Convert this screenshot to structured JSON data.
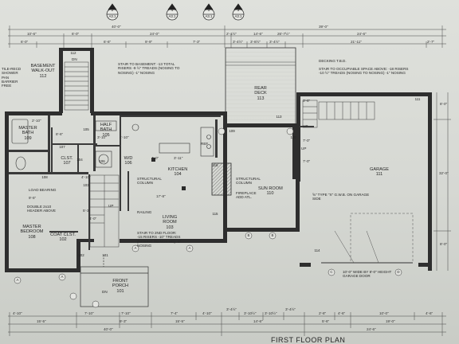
{
  "sheet": {
    "title": "FIRST FLOOR PLAN",
    "section_markers": [
      "A3.1",
      "A3.1",
      "A3.1",
      "A3.1"
    ],
    "section_numbers": [
      "2",
      "4",
      "1",
      "3"
    ]
  },
  "rooms": {
    "basement_walkout": {
      "name": "BASEMENT WALK-OUT",
      "num": "112"
    },
    "master_bath": {
      "name": "MASTER BATH",
      "num": "109"
    },
    "half_bath": {
      "name": "HALF BATH",
      "num": "105"
    },
    "clst": {
      "name": "CLST.",
      "num": "107"
    },
    "wd": {
      "name": "W/D",
      "num": "106"
    },
    "kitchen": {
      "name": "KITCHEN",
      "num": "104"
    },
    "rear_deck": {
      "name": "REAR DECK",
      "num": "113"
    },
    "garage": {
      "name": "GARAGE",
      "num": "111"
    },
    "sun_room": {
      "name": "SUN ROOM",
      "num": "110"
    },
    "living_room": {
      "name": "LIVING ROOM",
      "num": "103"
    },
    "master_bedroom": {
      "name": "MASTER BEDROOM",
      "num": "108"
    },
    "coat_clst": {
      "name": "COAT CLST.",
      "num": "102"
    },
    "front_porch": {
      "name": "FRONT PORCH",
      "num": "101"
    }
  },
  "notes": {
    "tile_shower": "TILE-RECD SHOWER PAN BARRIER FREE",
    "stair_basement": "STAIR TO BASEMENT: -13 TOTAL RISERS -9 ½\" TREADS (NOSING TO NOSING) -1\" NOSING",
    "decking": "DECKING T.B.D.",
    "stair_occupiable": "STAIR TO OCCUPIABLE SPACE ABOVE: -18 RISERS -10 ½\" TREADS (NOSING TO NOSING) -1\" NOSING",
    "structural_column_1": "STRUCTURAL COLUMN",
    "structural_column_2": "STRUCTURAL COLUMN",
    "fireplace": "FIREPLACE ADD ATL.",
    "load_bearing": "LOAD BEARING",
    "header": "DOUBLE 2x10 HEADER ABOVE",
    "railing": "RAILING",
    "stair_2nd": "STAIR TO 2ND FLOOR: -15 RISERS -10\" TREADS (NOSING TO NOSING) -1\" NOSING",
    "gwb": "⅝\" TYPE \"X\" G.W.B. ON GARAGE SIDE",
    "garage_door": "10'-0\" WIDE BY 8'-0\" HEIGHT GARAGE DOOR",
    "dn_1": "DN",
    "dn_2": "DN",
    "up_1": "UP",
    "up_2": "UP",
    "up_3": "UP",
    "ref": "REF."
  },
  "dimensions": {
    "top_overall": [
      "40'-0\"",
      "39'-0\""
    ],
    "top_row2": [
      "10'-6\"",
      "6'-0\"",
      "24'-0\"",
      "2'-1½\"",
      "14'-6\"",
      "26'-7½\"",
      "24'-6\""
    ],
    "top_row3": [
      "6'-0\"",
      "6'-6\"",
      "9'-9\"",
      "7'-3\"",
      "3'-4½\"",
      "3'-8½\"",
      "3'-4½\"",
      "21'-11\"",
      "2'-7\""
    ],
    "bottom_row1": [
      "4'-10\"",
      "7'-10\"",
      "7'-10\"",
      "7'-4\"",
      "4'-10\"",
      "3'-4½\"",
      "3'-10½\"",
      "3'-10½\"",
      "3'-4½\"",
      "2'-8\"",
      "4'-6\"",
      "10'-0\"",
      "4'-6\""
    ],
    "bottom_row2": [
      "15'-5\"",
      "9'-3\"",
      "15'-5\"",
      "14'-6\"",
      "5'-6\"",
      "19'-0\""
    ],
    "bottom_row3": [
      "40'-0\"",
      "24'-6\""
    ],
    "interior": [
      "2'-10\"",
      "8'-6\"",
      "3'-10\"",
      "4'-10\"",
      "4'-0\"",
      "3'-11\"",
      "17'-8\"",
      "9'-5\"",
      "3'-6\"",
      "4'-10\"",
      "7'-0\"",
      "7'-0\"",
      "5'-3\"",
      "4'-0\""
    ],
    "right_side": [
      "8'-0\"",
      "32'-0\"",
      "8'-0\""
    ]
  },
  "tags": {
    "doors": [
      "113",
      "112",
      "111",
      "110",
      "109",
      "108",
      "107",
      "106",
      "105",
      "104",
      "103",
      "102",
      "101",
      "114",
      "115",
      "116"
    ],
    "windows": [
      "A",
      "A",
      "A",
      "A",
      "B",
      "B",
      "C",
      "D"
    ]
  }
}
